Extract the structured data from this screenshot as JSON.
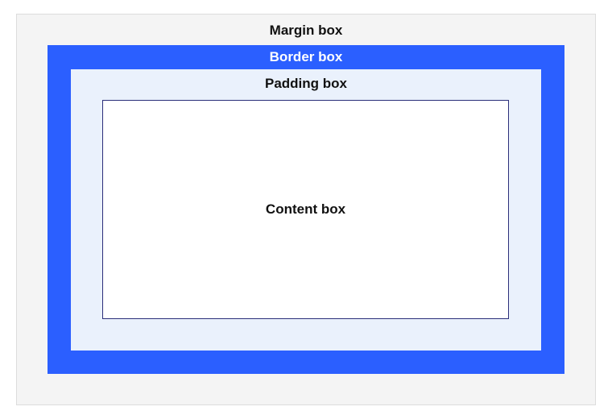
{
  "diagram": {
    "margin_label": "Margin box",
    "border_label": "Border box",
    "padding_label": "Padding box",
    "content_label": "Content box"
  },
  "colors": {
    "margin": "#f4f4f4",
    "border": "#2b5fff",
    "padding": "#eaf1fc",
    "content": "#ffffff",
    "content_outline": "#2b2f7a"
  }
}
